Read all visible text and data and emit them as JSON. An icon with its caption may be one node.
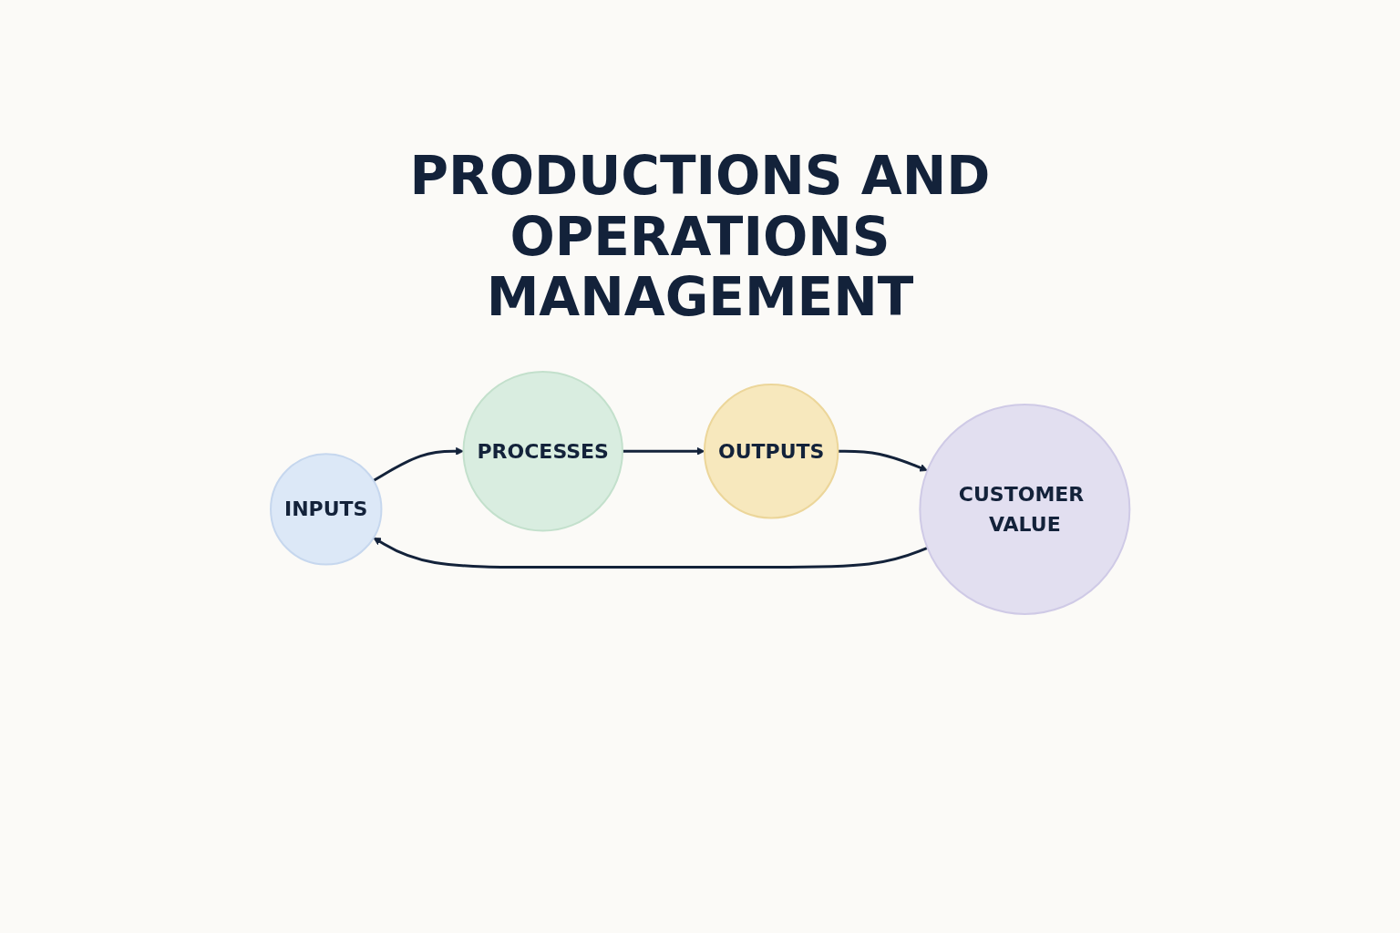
{
  "diagram": {
    "title": "PRODUCTIONS AND OPERATIONS MANAGEMENT",
    "nodes": [
      {
        "text": [
          "INPUTS"
        ]
      },
      {
        "text": [
          "PROCESSES"
        ]
      },
      {
        "text": [
          "OUTPUTS"
        ]
      },
      {
        "text": [
          "CUSTOMER VALUE"
        ]
      }
    ],
    "edges": [
      {
        "from": 0,
        "to": 1,
        "arrow": "to"
      },
      {
        "from": 1,
        "to": 2,
        "arrow": "to"
      },
      {
        "from": 2,
        "to": 3,
        "arrow": "to"
      },
      {
        "from": 3,
        "to": 0,
        "arrow": "to"
      }
    ]
  }
}
